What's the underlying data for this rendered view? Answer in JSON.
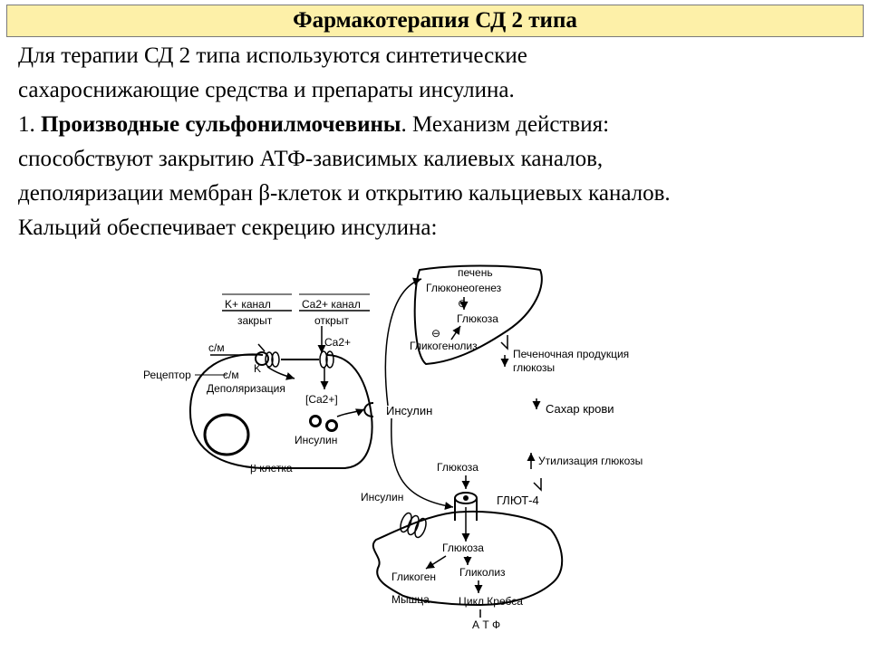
{
  "title": "Фармакотерапия СД 2 типа",
  "intro_line1": "Для терапии СД 2 типа используются синтетические",
  "intro_line2": "сахароснижающие средства и препараты инсулина.",
  "item1_number": "1. ",
  "item1_bold": "Производные сульфонилмочевины",
  "item1_rest": ". Механизм действия:",
  "line4": "способствуют закрытию АТФ-зависимых калиевых каналов,",
  "line5": "деполяризации мембран β-клеток и открытию кальциевых каналов.",
  "line6": "Кальций обеспечивает секрецию инсулина:",
  "diagram": {
    "k_channel_1": "K+ канал",
    "k_channel_2": "закрыт",
    "ca_channel_1": "Ca2+ канал",
    "ca_channel_2": "открыт",
    "sm_upper": "с/м",
    "sm_lower": "с/м",
    "receptor": "Рецептор",
    "k_label": "K",
    "ca_label": "Ca2+",
    "depolarization": "Деполяризация",
    "ca_ion": "[Ca2+]",
    "insulin_in_cell": "Инсулин",
    "beta_cell": "β клетка",
    "insulin_out": "Инсулин",
    "liver": "печень",
    "gluconeogenesis": "Глюконеогенез",
    "glucose_liver": "Глюкоза",
    "glycogenolysis": "Гликогенолиз",
    "liver_output_1": "Печеночная продукция",
    "liver_output_2": "глюкозы",
    "blood_sugar": "Сахар крови",
    "glucose_utilization": "Утилизация глюкозы",
    "glucose_top": "Глюкоза",
    "glut4": "ГЛЮТ-4",
    "insulin_muscle": "Инсулин",
    "glucose_inside": "Глюкоза",
    "glycogen": "Гликоген",
    "glycolysis": "Гликолиз",
    "muscle": "Мышца",
    "krebs": "Цикл Кребса",
    "atp": "А Т Ф",
    "minus_sign": "⊖"
  }
}
